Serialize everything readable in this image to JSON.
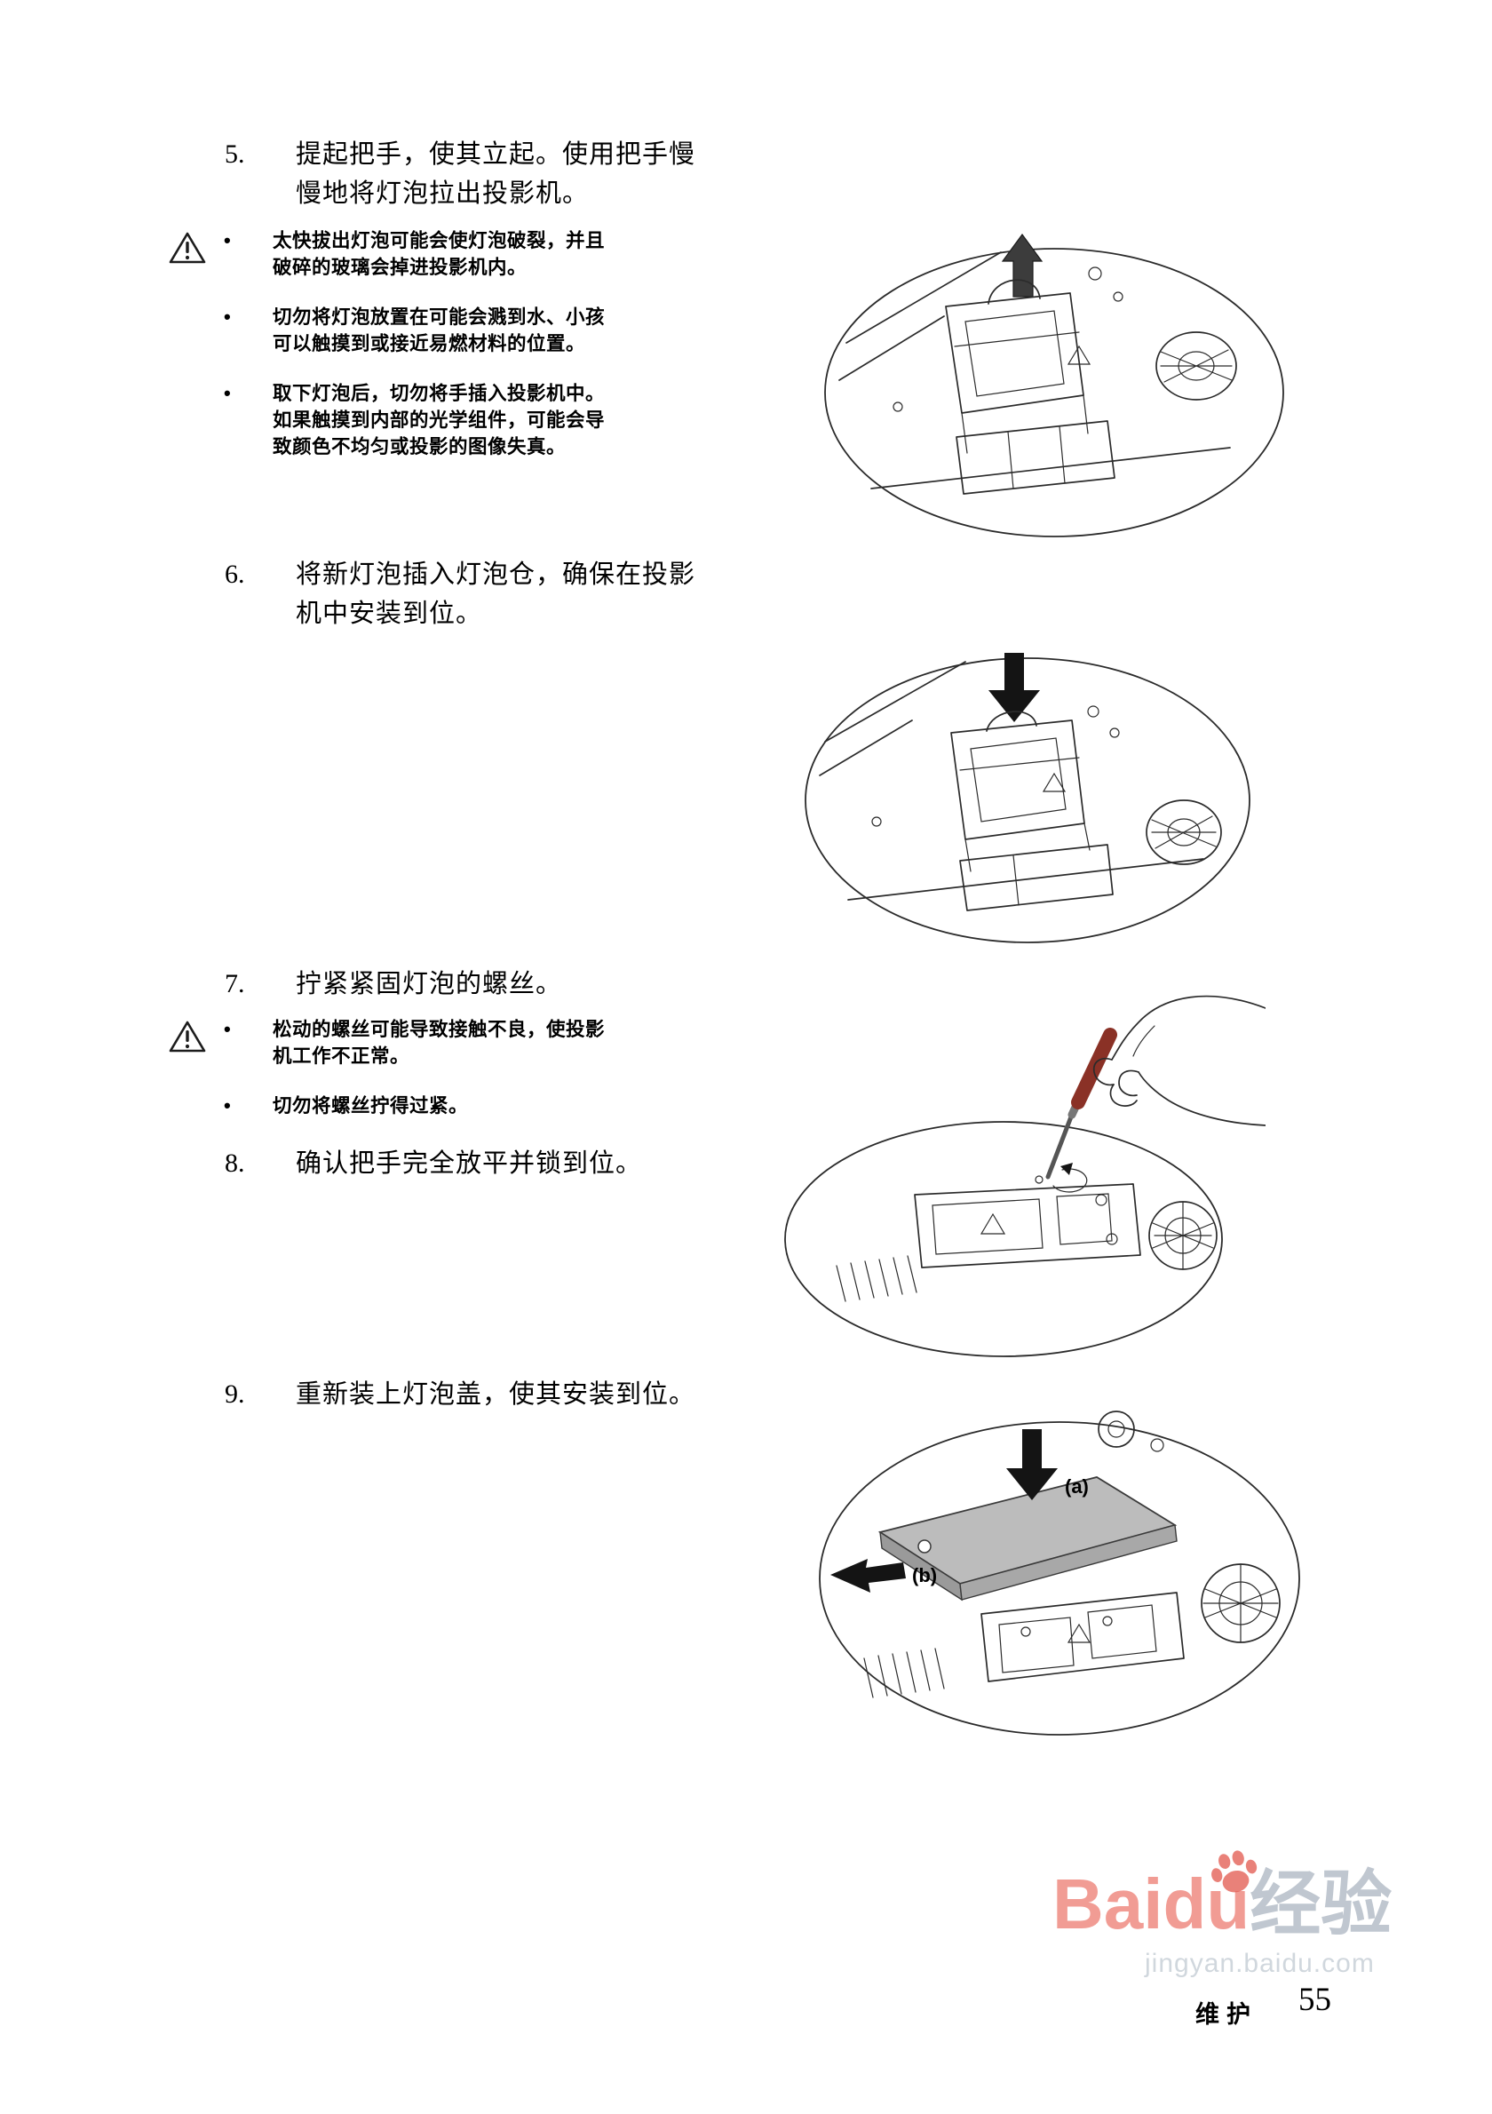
{
  "doc": {
    "steps": [
      {
        "num": "5.",
        "text": "提起把手，使其立起。使用把手慢慢地将灯泡拉出投影机。"
      },
      {
        "num": "6.",
        "text": "将新灯泡插入灯泡仓，确保在投影机中安装到位。"
      },
      {
        "num": "7.",
        "text": "拧紧紧固灯泡的螺丝。"
      },
      {
        "num": "8.",
        "text": "确认把手完全放平并锁到位。"
      },
      {
        "num": "9.",
        "text": "重新装上灯泡盖，使其安装到位。"
      }
    ],
    "warning_group_1": {
      "items": [
        "太快拔出灯泡可能会使灯泡破裂，并且破碎的玻璃会掉进投影机内。",
        "切勿将灯泡放置在可能会溅到水、小孩可以触摸到或接近易燃材料的位置。",
        "取下灯泡后，切勿将手插入投影机中。如果触摸到内部的光学组件，可能会导致颜色不均匀或投影的图像失真。"
      ]
    },
    "warning_group_2": {
      "items": [
        "松动的螺丝可能导致接触不良，使投影机工作不正常。",
        "切勿将螺丝拧得过紧。"
      ]
    },
    "figure_labels": {
      "a": "(a)",
      "b": "(b)"
    },
    "footer": {
      "section": "维护",
      "page_number": "55"
    },
    "watermark": {
      "brand": "Baidu",
      "suffix": "经验",
      "url": "jingyan.baidu.com"
    }
  },
  "colors": {
    "cover_gray": "#bcbcbc",
    "arrow_black": "#141414",
    "screwdriver_handle": "#8a3126",
    "watermark_red": "#eb766b",
    "watermark_gray": "#a8b2be"
  }
}
